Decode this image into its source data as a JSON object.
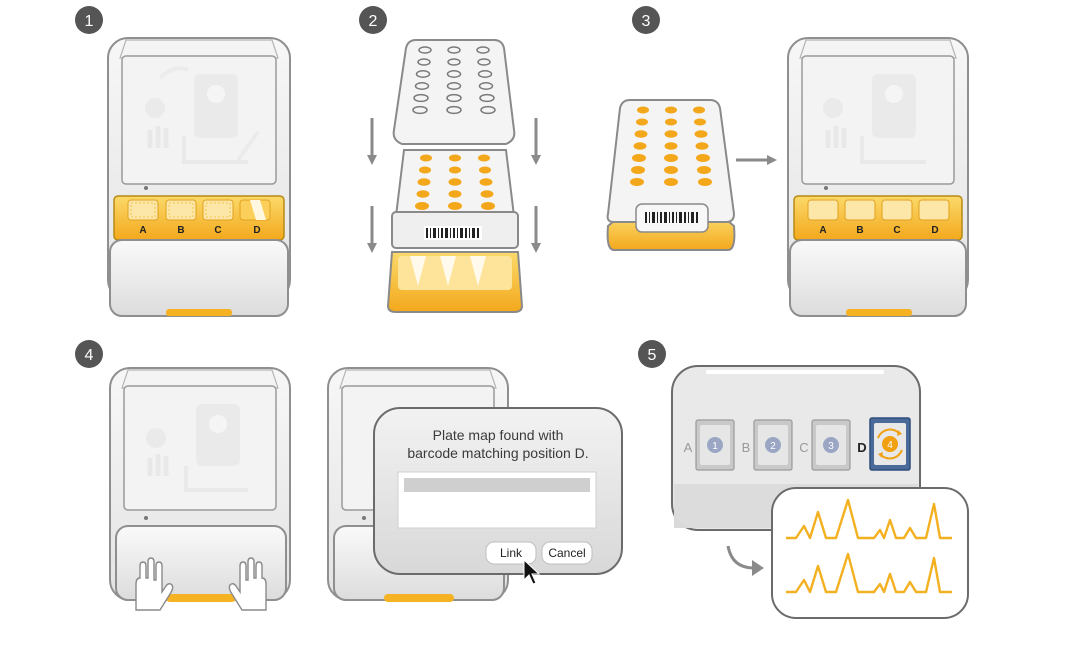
{
  "steps": [
    {
      "number": "1"
    },
    {
      "number": "2"
    },
    {
      "number": "3"
    },
    {
      "number": "4"
    },
    {
      "number": "5"
    }
  ],
  "drawer_positions": [
    "A",
    "B",
    "C",
    "D"
  ],
  "dialog": {
    "message_line1": "Plate map found with",
    "message_line2": "barcode matching position D.",
    "link_label": "Link",
    "cancel_label": "Cancel"
  },
  "run_queue": {
    "positions": [
      {
        "letter": "A",
        "number": "1"
      },
      {
        "letter": "B",
        "number": "2"
      },
      {
        "letter": "C",
        "number": "3"
      },
      {
        "letter": "D",
        "number": "4",
        "active": true
      }
    ]
  },
  "colors": {
    "accent_yellow": "#f5b324",
    "accent_orange": "#f0a010",
    "light_yellow": "#fbd96a",
    "badge_gray": "#555555",
    "outline_gray": "#6b6b6b",
    "panel_gray": "#e6e6e6",
    "queue_blue": "#4a6a9a",
    "chrom_yellow": "#f3b020"
  }
}
